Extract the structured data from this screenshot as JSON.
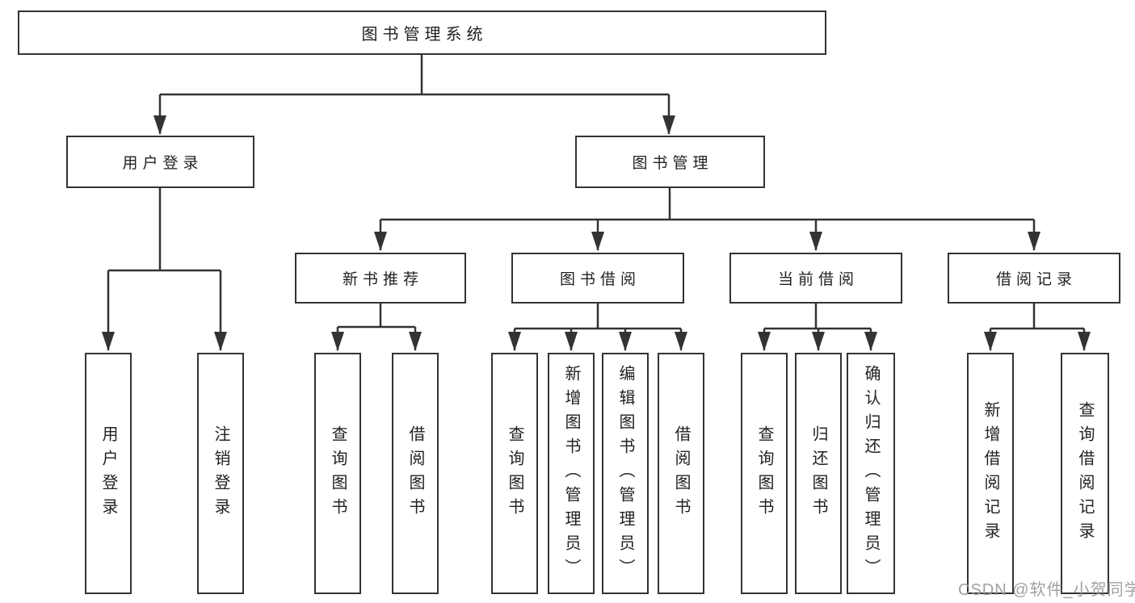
{
  "nodes": {
    "root": "图书管理系统",
    "level2": [
      "用户登录",
      "图书管理"
    ],
    "level3": [
      "新书推荐",
      "图书借阅",
      "当前借阅",
      "借阅记录"
    ],
    "leaves_user_login": [
      "用户登录",
      "注销登录"
    ],
    "leaves_new_book": [
      "查询图书",
      "借阅图书"
    ],
    "leaves_borrowing": [
      "查询图书",
      "新增图书（管理员）",
      "编辑图书（管理员）",
      "借阅图书"
    ],
    "leaves_current": [
      "查询图书",
      "归还图书",
      "确认归还（管理员）"
    ],
    "leaves_records": [
      "新增借阅记录",
      "查询借阅记录"
    ]
  },
  "watermark": "CSDN @软件_小贺同学",
  "colors": {
    "line": "#333333",
    "box_border": "#333333",
    "text": "#222222",
    "watermark": "#989898",
    "background": "#ffffff"
  }
}
